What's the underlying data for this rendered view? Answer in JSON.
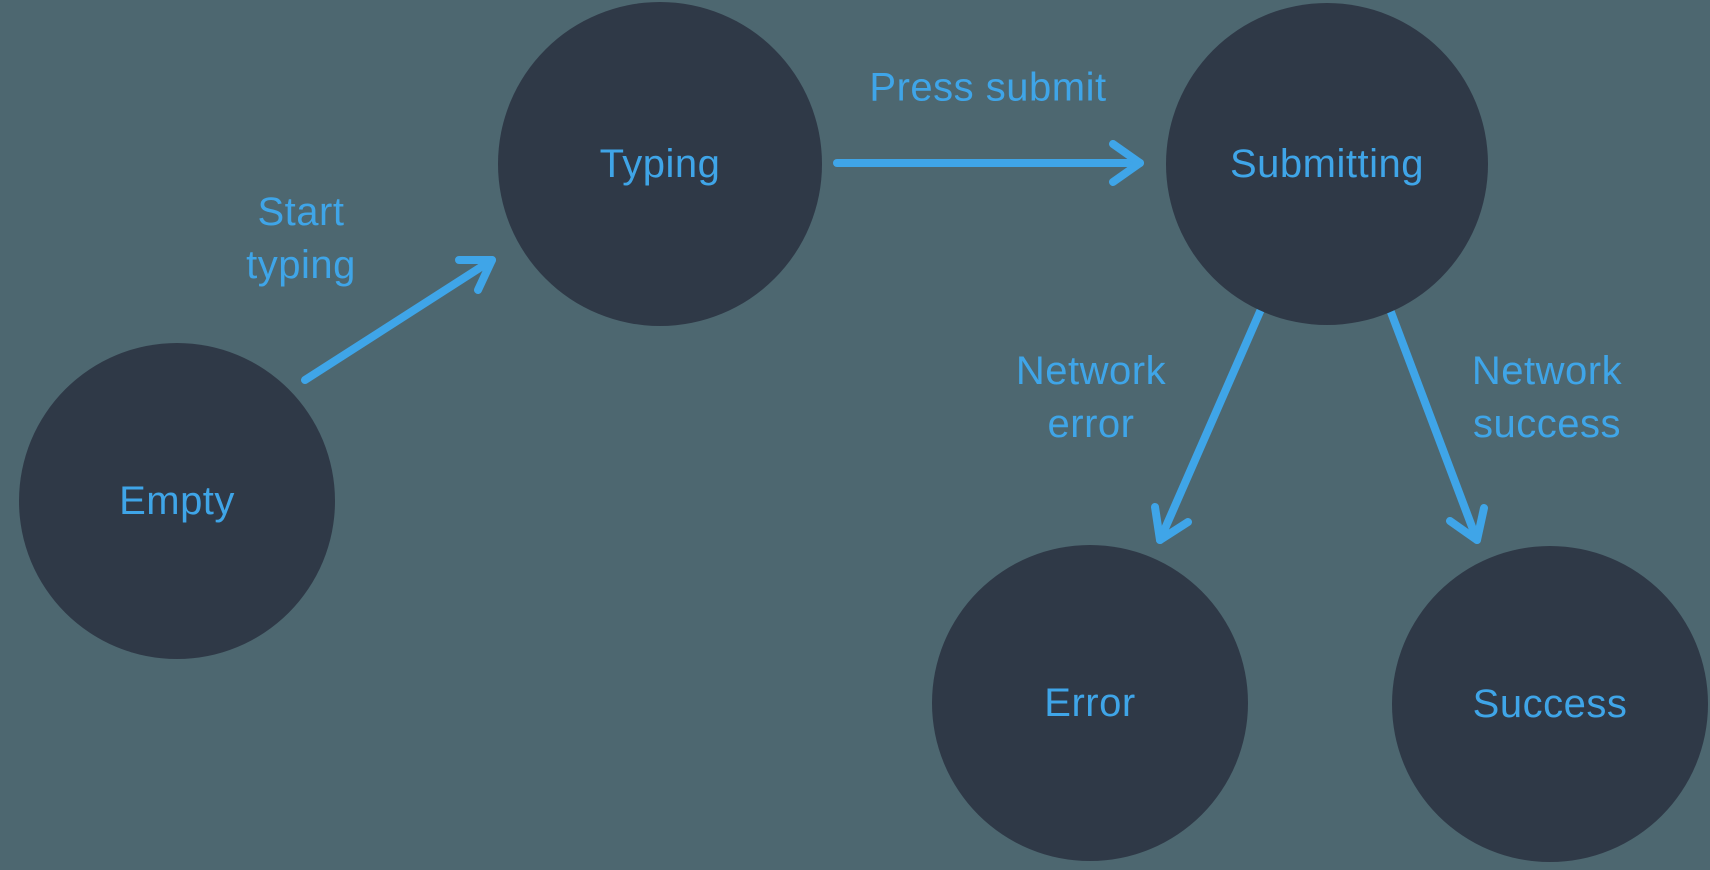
{
  "colors": {
    "background": "#4d6770",
    "node_fill": "#2f3947",
    "accent": "#3fa5e8"
  },
  "nodes": {
    "empty": {
      "label": "Empty"
    },
    "typing": {
      "label": "Typing"
    },
    "submitting": {
      "label": "Submitting"
    },
    "error": {
      "label": "Error"
    },
    "success": {
      "label": "Success"
    }
  },
  "edges": {
    "start_typing": {
      "from": "empty",
      "to": "typing",
      "label": "Start\ntyping"
    },
    "press_submit": {
      "from": "typing",
      "to": "submitting",
      "label": "Press submit"
    },
    "network_error": {
      "from": "submitting",
      "to": "error",
      "label": "Network\nerror"
    },
    "network_success": {
      "from": "submitting",
      "to": "success",
      "label": "Network\nsuccess"
    }
  }
}
